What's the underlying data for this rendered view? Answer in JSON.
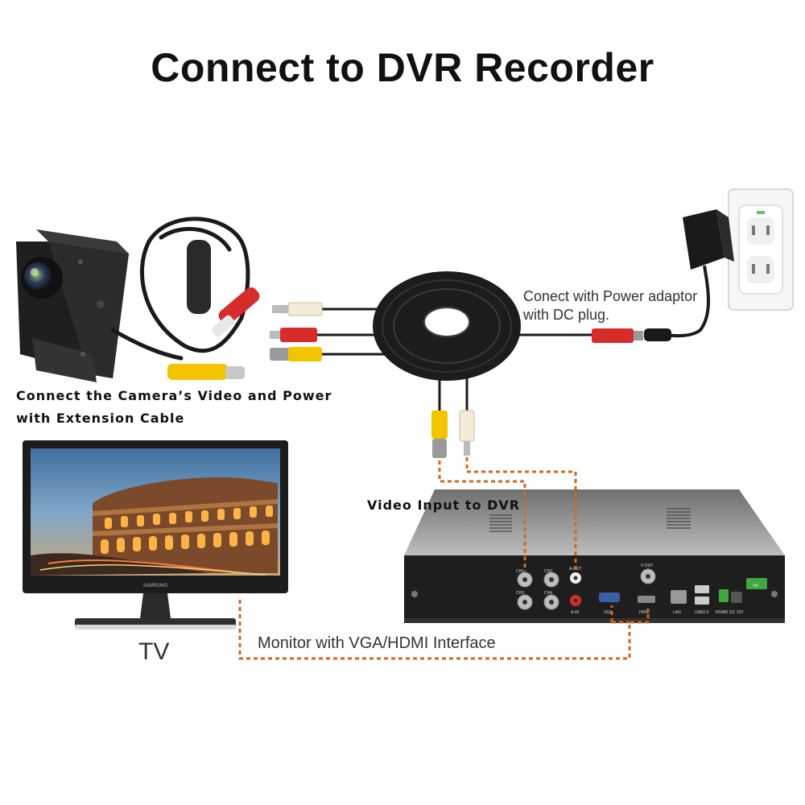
{
  "title": "Connect to DVR Recorder",
  "labels": {
    "camera_connect_line1": "Connect the Camera’s Video and Power",
    "camera_connect_line2": "with Extension Cable",
    "power_line1": "Conect with Power adaptor",
    "power_line2": "with DC plug.",
    "video_input": "Video Input to DVR",
    "monitor": "Monitor with VGA/HDMI Interface",
    "tv": "TV"
  },
  "tv_brand": "SAMSUNG",
  "dvr_ports": {
    "ch1": "CH1",
    "ch2": "CH2",
    "ch3": "CH3",
    "ch4": "CH4",
    "a_out": "A-OUT",
    "a_in": "A-IN",
    "v_out": "V-OUT",
    "vga": "VGA",
    "hdmi": "HDMI",
    "lan": "LAN",
    "usb": "USB2.0",
    "rs485": "RS485",
    "dc": "DC 12V",
    "badge": "4M"
  },
  "colors": {
    "dashed_line": "#d2691e",
    "cable": "#1a1a1a",
    "yellow_plug": "#f2c500",
    "red_plug": "#d62c2c",
    "white_plug": "#f4ecd8"
  },
  "icons": {
    "camera": "mini-box-camera-icon",
    "cable": "coiled-extension-cable-icon",
    "adapter": "power-adapter-icon",
    "outlet": "wall-outlet-icon",
    "monitor": "monitor-icon",
    "dvr": "dvr-recorder-icon"
  }
}
